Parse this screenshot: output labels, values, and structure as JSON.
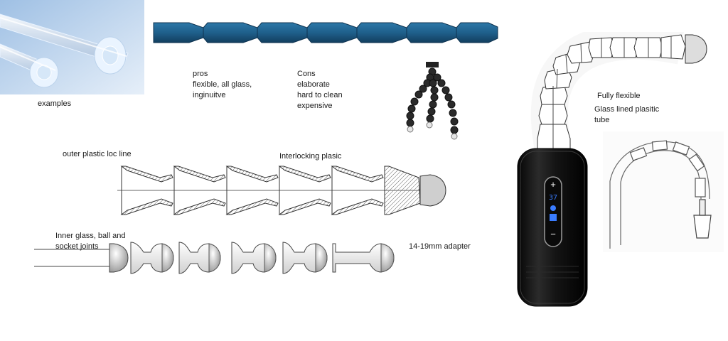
{
  "labels": {
    "examples": "examples",
    "pros": [
      "pros",
      "flexible, all glass,",
      "inginuitve"
    ],
    "cons": [
      "Cons",
      "elaborate",
      "hard to clean",
      "expensive"
    ],
    "fully_flexible": "Fully flexible",
    "glass_lined": [
      "Glass lined plasitic",
      "tube"
    ],
    "outer_plastic": "outer plastic loc line",
    "interlocking": "Interlocking plasic",
    "inner_glass": [
      "Inner glass, ball and",
      "socket joints"
    ],
    "adapter": "14-19mm adapter"
  },
  "device": {
    "display_value": "37",
    "plus": "+",
    "minus": "−"
  },
  "colors": {
    "locline_blue": "#1f5f8b",
    "glass_bg": "#c8dcf0",
    "device_body": "#151515",
    "display_blue": "#3a7cff"
  }
}
